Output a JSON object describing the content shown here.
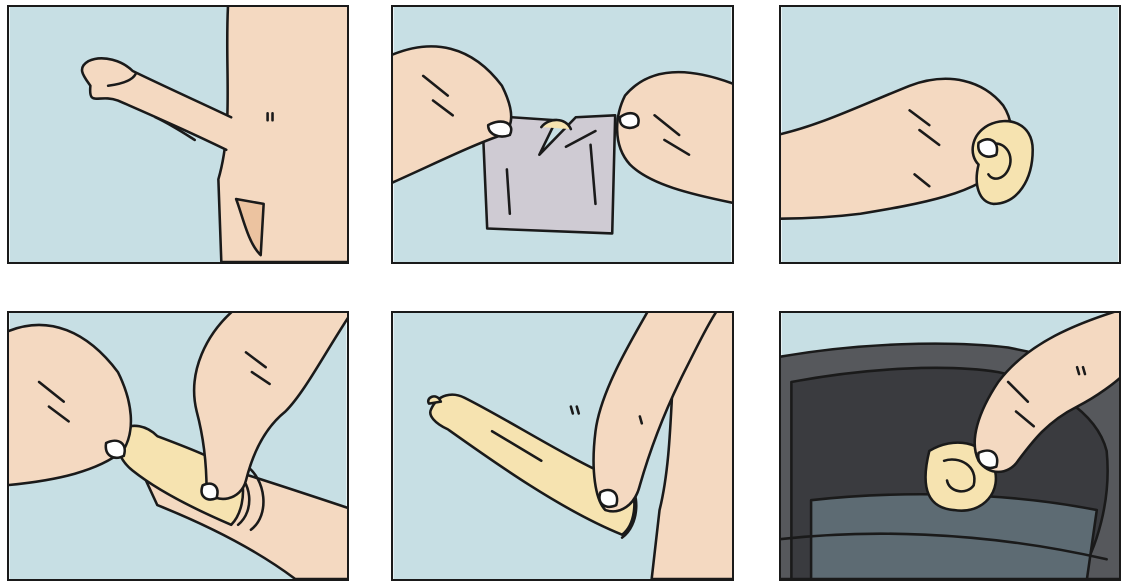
{
  "illustration": {
    "panel_count": 6,
    "colors": {
      "background": "#c7dfe4",
      "skin": "#f4d9c1",
      "skin_shadow": "#ecc3a0",
      "condom": "#f6e3b0",
      "wrapper": "#cfcbd3",
      "nail": "#ffffff",
      "bin_dark": "#3a3b3f",
      "bin_rim": "#56585c",
      "outline": "#1a1a1a"
    },
    "icons": [
      "penis-illustration",
      "open-wrapper-illustration",
      "hold-condom-tip-illustration",
      "roll-on-condom-illustration",
      "condom-on-illustration",
      "dispose-condom-illustration"
    ]
  }
}
